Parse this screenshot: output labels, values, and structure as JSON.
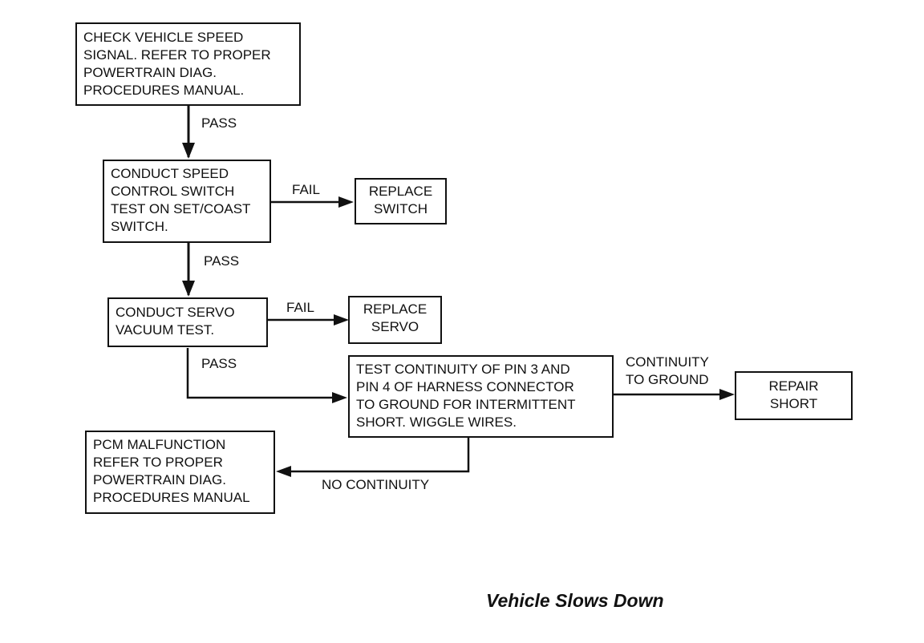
{
  "diagram": {
    "caption": "Vehicle Slows Down",
    "nodes": {
      "check_vss": {
        "lines": [
          "CHECK VEHICLE SPEED",
          "SIGNAL. REFER TO PROPER",
          "POWERTRAIN DIAG.",
          "PROCEDURES MANUAL."
        ]
      },
      "switch_test": {
        "lines": [
          "CONDUCT SPEED",
          "CONTROL SWITCH",
          "TEST ON SET/COAST",
          "SWITCH."
        ]
      },
      "replace_switch": {
        "lines": [
          "REPLACE",
          "SWITCH"
        ]
      },
      "servo_test": {
        "lines": [
          "CONDUCT SERVO",
          "VACUUM TEST."
        ]
      },
      "replace_servo": {
        "lines": [
          "REPLACE",
          "SERVO"
        ]
      },
      "continuity_test": {
        "lines": [
          "TEST CONTINUITY OF PIN 3 AND",
          "PIN 4 OF HARNESS CONNECTOR",
          "TO GROUND FOR INTERMITTENT",
          "SHORT. WIGGLE WIRES."
        ]
      },
      "repair_short": {
        "lines": [
          "REPAIR",
          "SHORT"
        ]
      },
      "pcm_malfunction": {
        "lines": [
          "PCM MALFUNCTION",
          "REFER TO PROPER",
          "POWERTRAIN DIAG.",
          "PROCEDURES MANUAL"
        ]
      }
    },
    "edge_labels": {
      "pass_1": "PASS",
      "fail_switch": "FAIL",
      "pass_2": "PASS",
      "fail_servo": "FAIL",
      "pass_3": "PASS",
      "continuity_to_ground": [
        "CONTINUITY",
        "TO GROUND"
      ],
      "no_continuity": "NO CONTINUITY"
    }
  }
}
